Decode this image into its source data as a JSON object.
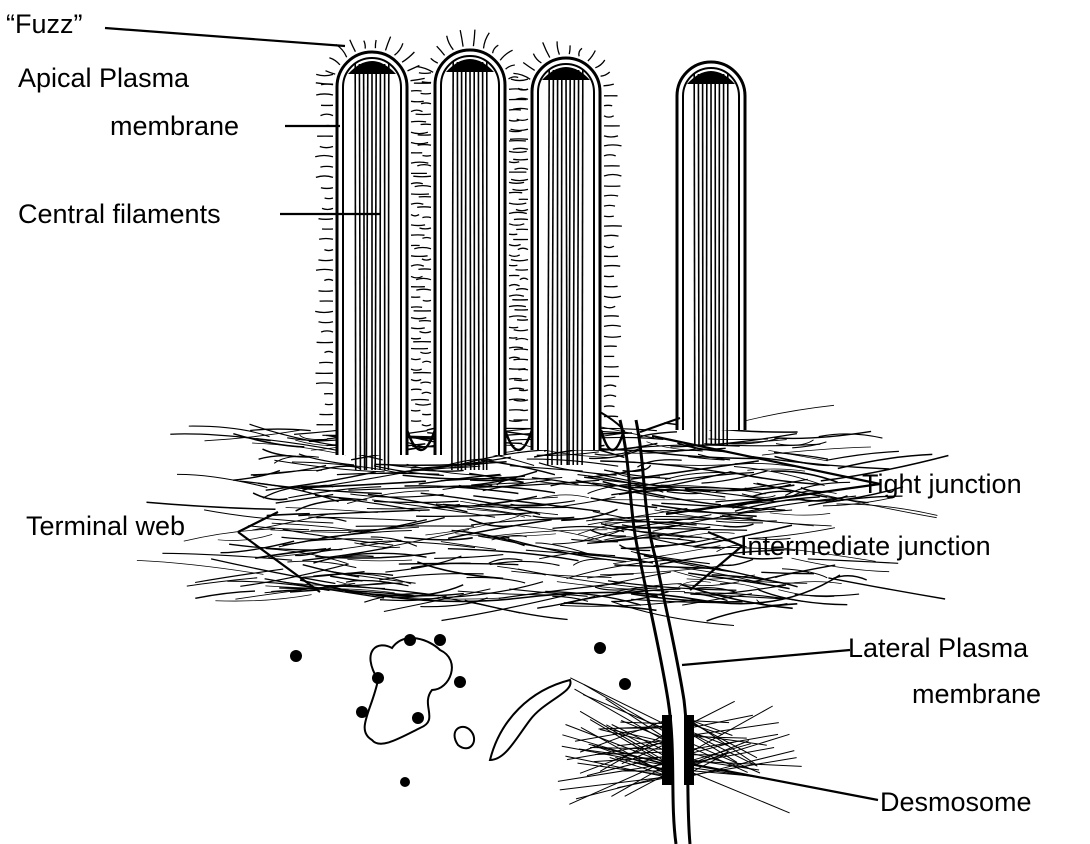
{
  "labels": {
    "fuzz": "“Fuzz”",
    "apical_1": "Apical Plasma",
    "apical_2": "membrane",
    "central": "Central filaments",
    "terminal": "Terminal web",
    "tight": "Tight junction",
    "intermediate": "Intermediate  junction",
    "lateral_1": "Lateral Plasma",
    "lateral_2": "membrane",
    "desmosome": "Desmosome"
  },
  "colors": {
    "ink": "#000000",
    "paper": "#ffffff"
  }
}
